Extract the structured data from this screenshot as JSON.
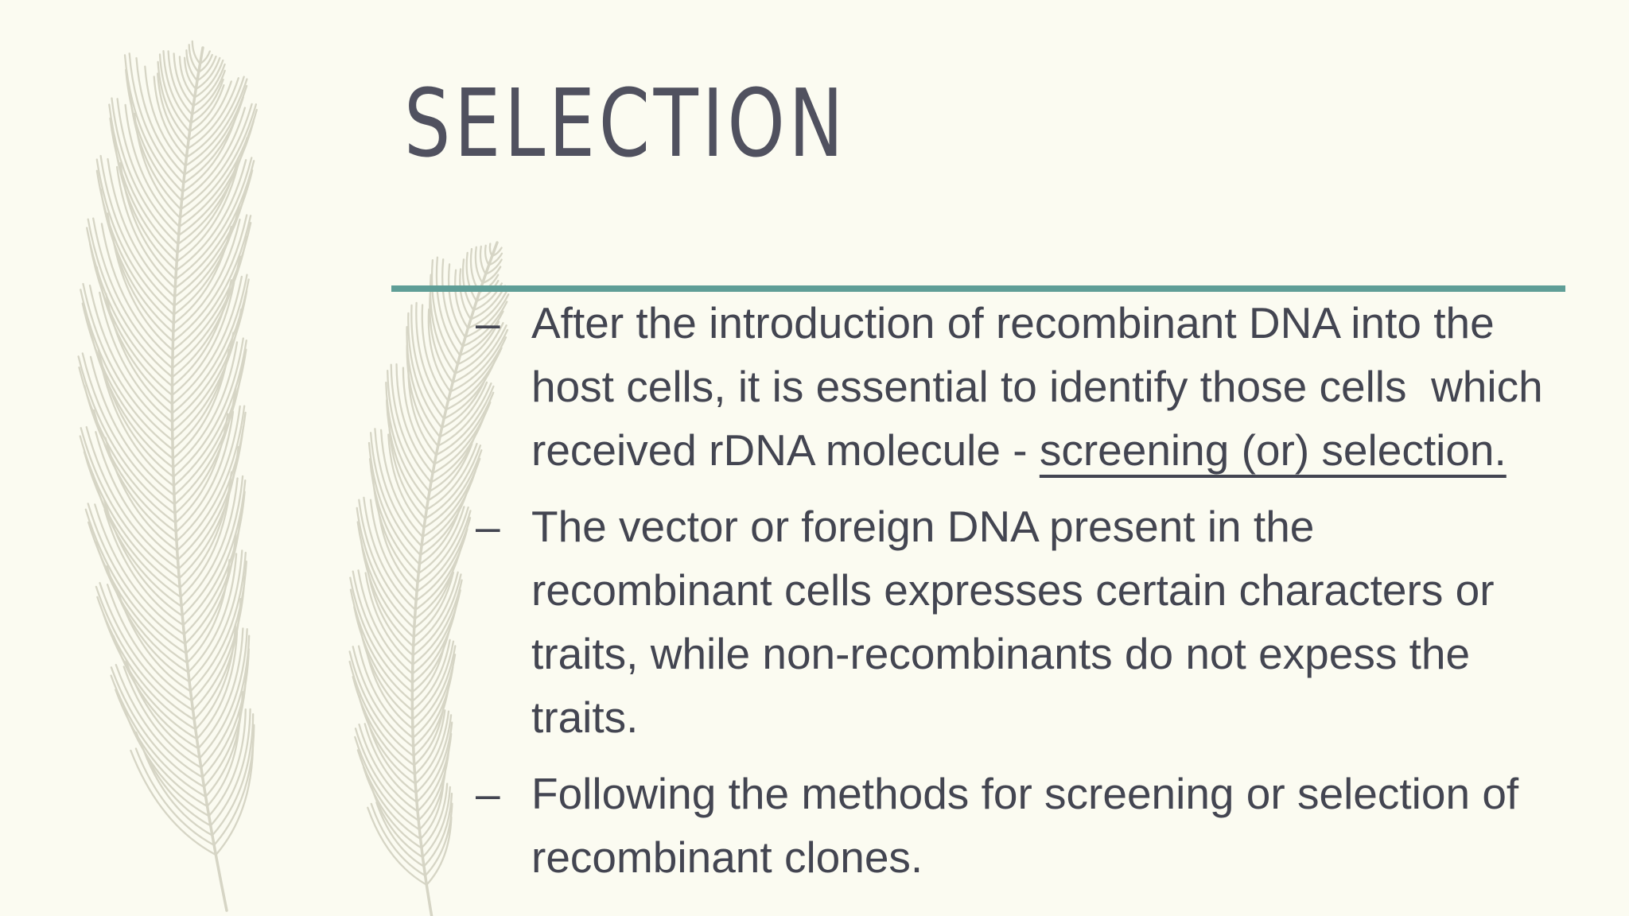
{
  "title": "SELECTION",
  "colors": {
    "background": "#fbfbf1",
    "title": "#50515f",
    "body": "#434551",
    "divider": "#5f9e97",
    "feather": "#d6d5c5"
  },
  "bullets": {
    "marker": "–",
    "items": [
      {
        "segments": [
          {
            "text": "After the introduction of recombinant DNA into the\nhost cells, it is essential to identify those cells  which\nreceived rDNA molecule - ",
            "underline": false
          },
          {
            "text": "screening (or) selection.",
            "underline": true
          }
        ]
      },
      {
        "segments": [
          {
            "text": "The vector or foreign DNA present in the\nrecombinant cells expresses certain characters or\ntraits, while non-recombinants do not expess the\ntraits.",
            "underline": false
          }
        ]
      },
      {
        "segments": [
          {
            "text": "Following the methods for screening or selection of\nrecombinant clones.",
            "underline": false
          }
        ]
      }
    ]
  }
}
